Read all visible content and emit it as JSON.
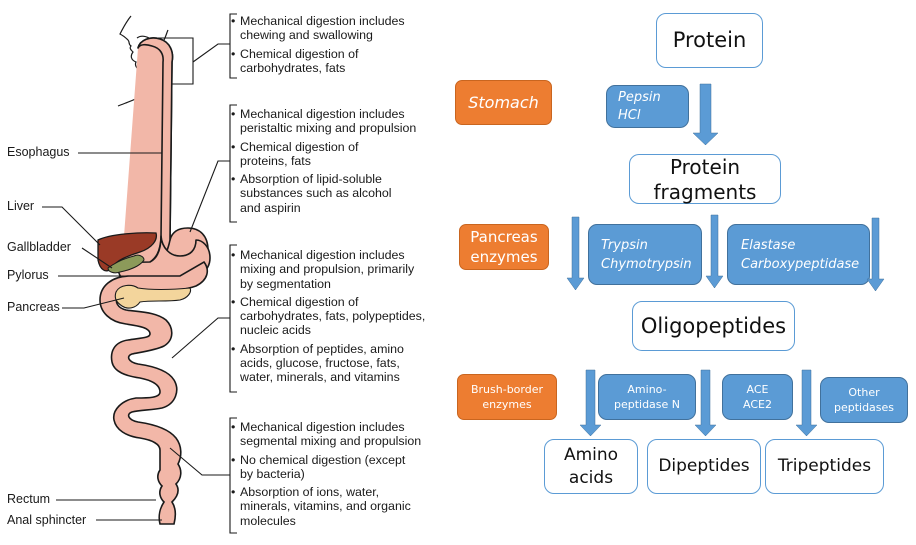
{
  "anatomy": {
    "labels": {
      "esophagus": "Esophagus",
      "liver": "Liver",
      "gallbladder": "Gallbladder",
      "pylorus": "Pylorus",
      "pancreas": "Pancreas",
      "rectum": "Rectum",
      "anal_sphincter": "Anal sphincter"
    },
    "colors": {
      "tract": "#f2b7a8",
      "liver": "#9a3a26",
      "gallbladder": "#8c9a5a",
      "pancreas": "#f3d59c",
      "outline": "#1a1a1a"
    },
    "descriptions": [
      {
        "region": "mouth",
        "bullets": [
          "Mechanical digestion includes\nchewing and swallowing",
          "Chemical digestion of\ncarbohydrates, fats"
        ]
      },
      {
        "region": "stomach",
        "bullets": [
          "Mechanical digestion includes\nperistaltic mixing and propulsion",
          "Chemical digestion of\nproteins, fats",
          "Absorption of lipid-soluble\nsubstances such as alcohol\nand aspirin"
        ]
      },
      {
        "region": "small-intestine",
        "bullets": [
          "Mechanical digestion includes\nmixing and propulsion, primarily\nby segmentation",
          "Chemical digestion of\ncarbohydrates, fats, polypeptides,\nnucleic acids",
          "Absorption of peptides, amino\nacids, glucose, fructose, fats,\nwater, minerals, and vitamins"
        ]
      },
      {
        "region": "large-intestine",
        "bullets": [
          "Mechanical digestion includes\nsegmental mixing and propulsion",
          "No chemical digestion (except\nby bacteria)",
          "Absorption of ions, water,\nminerals, vitamins, and organic\nmolecules"
        ]
      }
    ]
  },
  "flow": {
    "colors": {
      "node_border": "#5b9bd5",
      "organ_fill": "#ed7d31",
      "enzyme_fill": "#5b9bd5",
      "arrow": "#5b9bd5"
    },
    "nodes": {
      "protein": "Protein",
      "protein_fragments": "Protein\nfragments",
      "oligopeptides": "Oligopeptides",
      "amino_acids": "Amino\nacids",
      "dipeptides": "Dipeptides",
      "tripeptides": "Tripeptides"
    },
    "organs": {
      "stomach": "Stomach",
      "pancreas": "Pancreas\nenzymes",
      "brush_border": "Brush-border\nenzymes"
    },
    "enzymes": {
      "pepsin_hcl": "Pepsin\nHCl",
      "trypsin": "Trypsin\nChymotrypsin",
      "elastase": "Elastase\nCarboxypeptidase",
      "aminopeptidase": "Amino-\npeptidase N",
      "ace": "ACE\nACE2",
      "other": "Other\npeptidases"
    }
  }
}
